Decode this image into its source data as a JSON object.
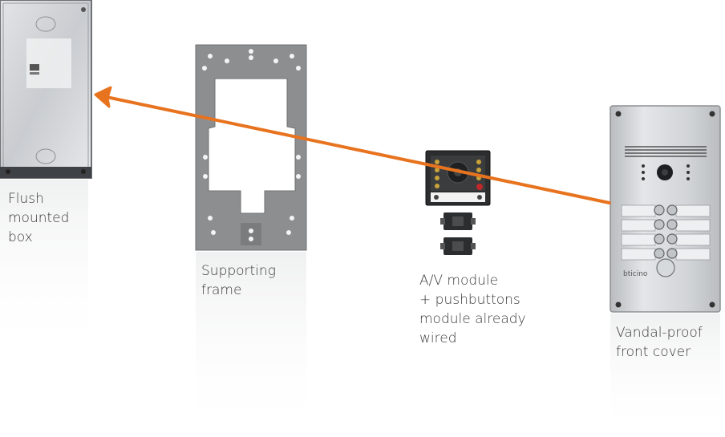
{
  "colors": {
    "arrow": "#e8731f",
    "box_fill": "#d5d7da",
    "frame_fill": "#8a8c8e",
    "module_fill": "#2b2d2f",
    "cover_fill": "#cfd2d5"
  },
  "labels": {
    "flush_box": "Flush\nmounted\nbox",
    "supporting_frame": "Supporting\nframe",
    "av_module": "A/V module\n+ pushbuttons\nmodule already\nwired",
    "front_cover": "Vandal-proof\nfront cover"
  },
  "cover": {
    "brand": "bticino"
  }
}
